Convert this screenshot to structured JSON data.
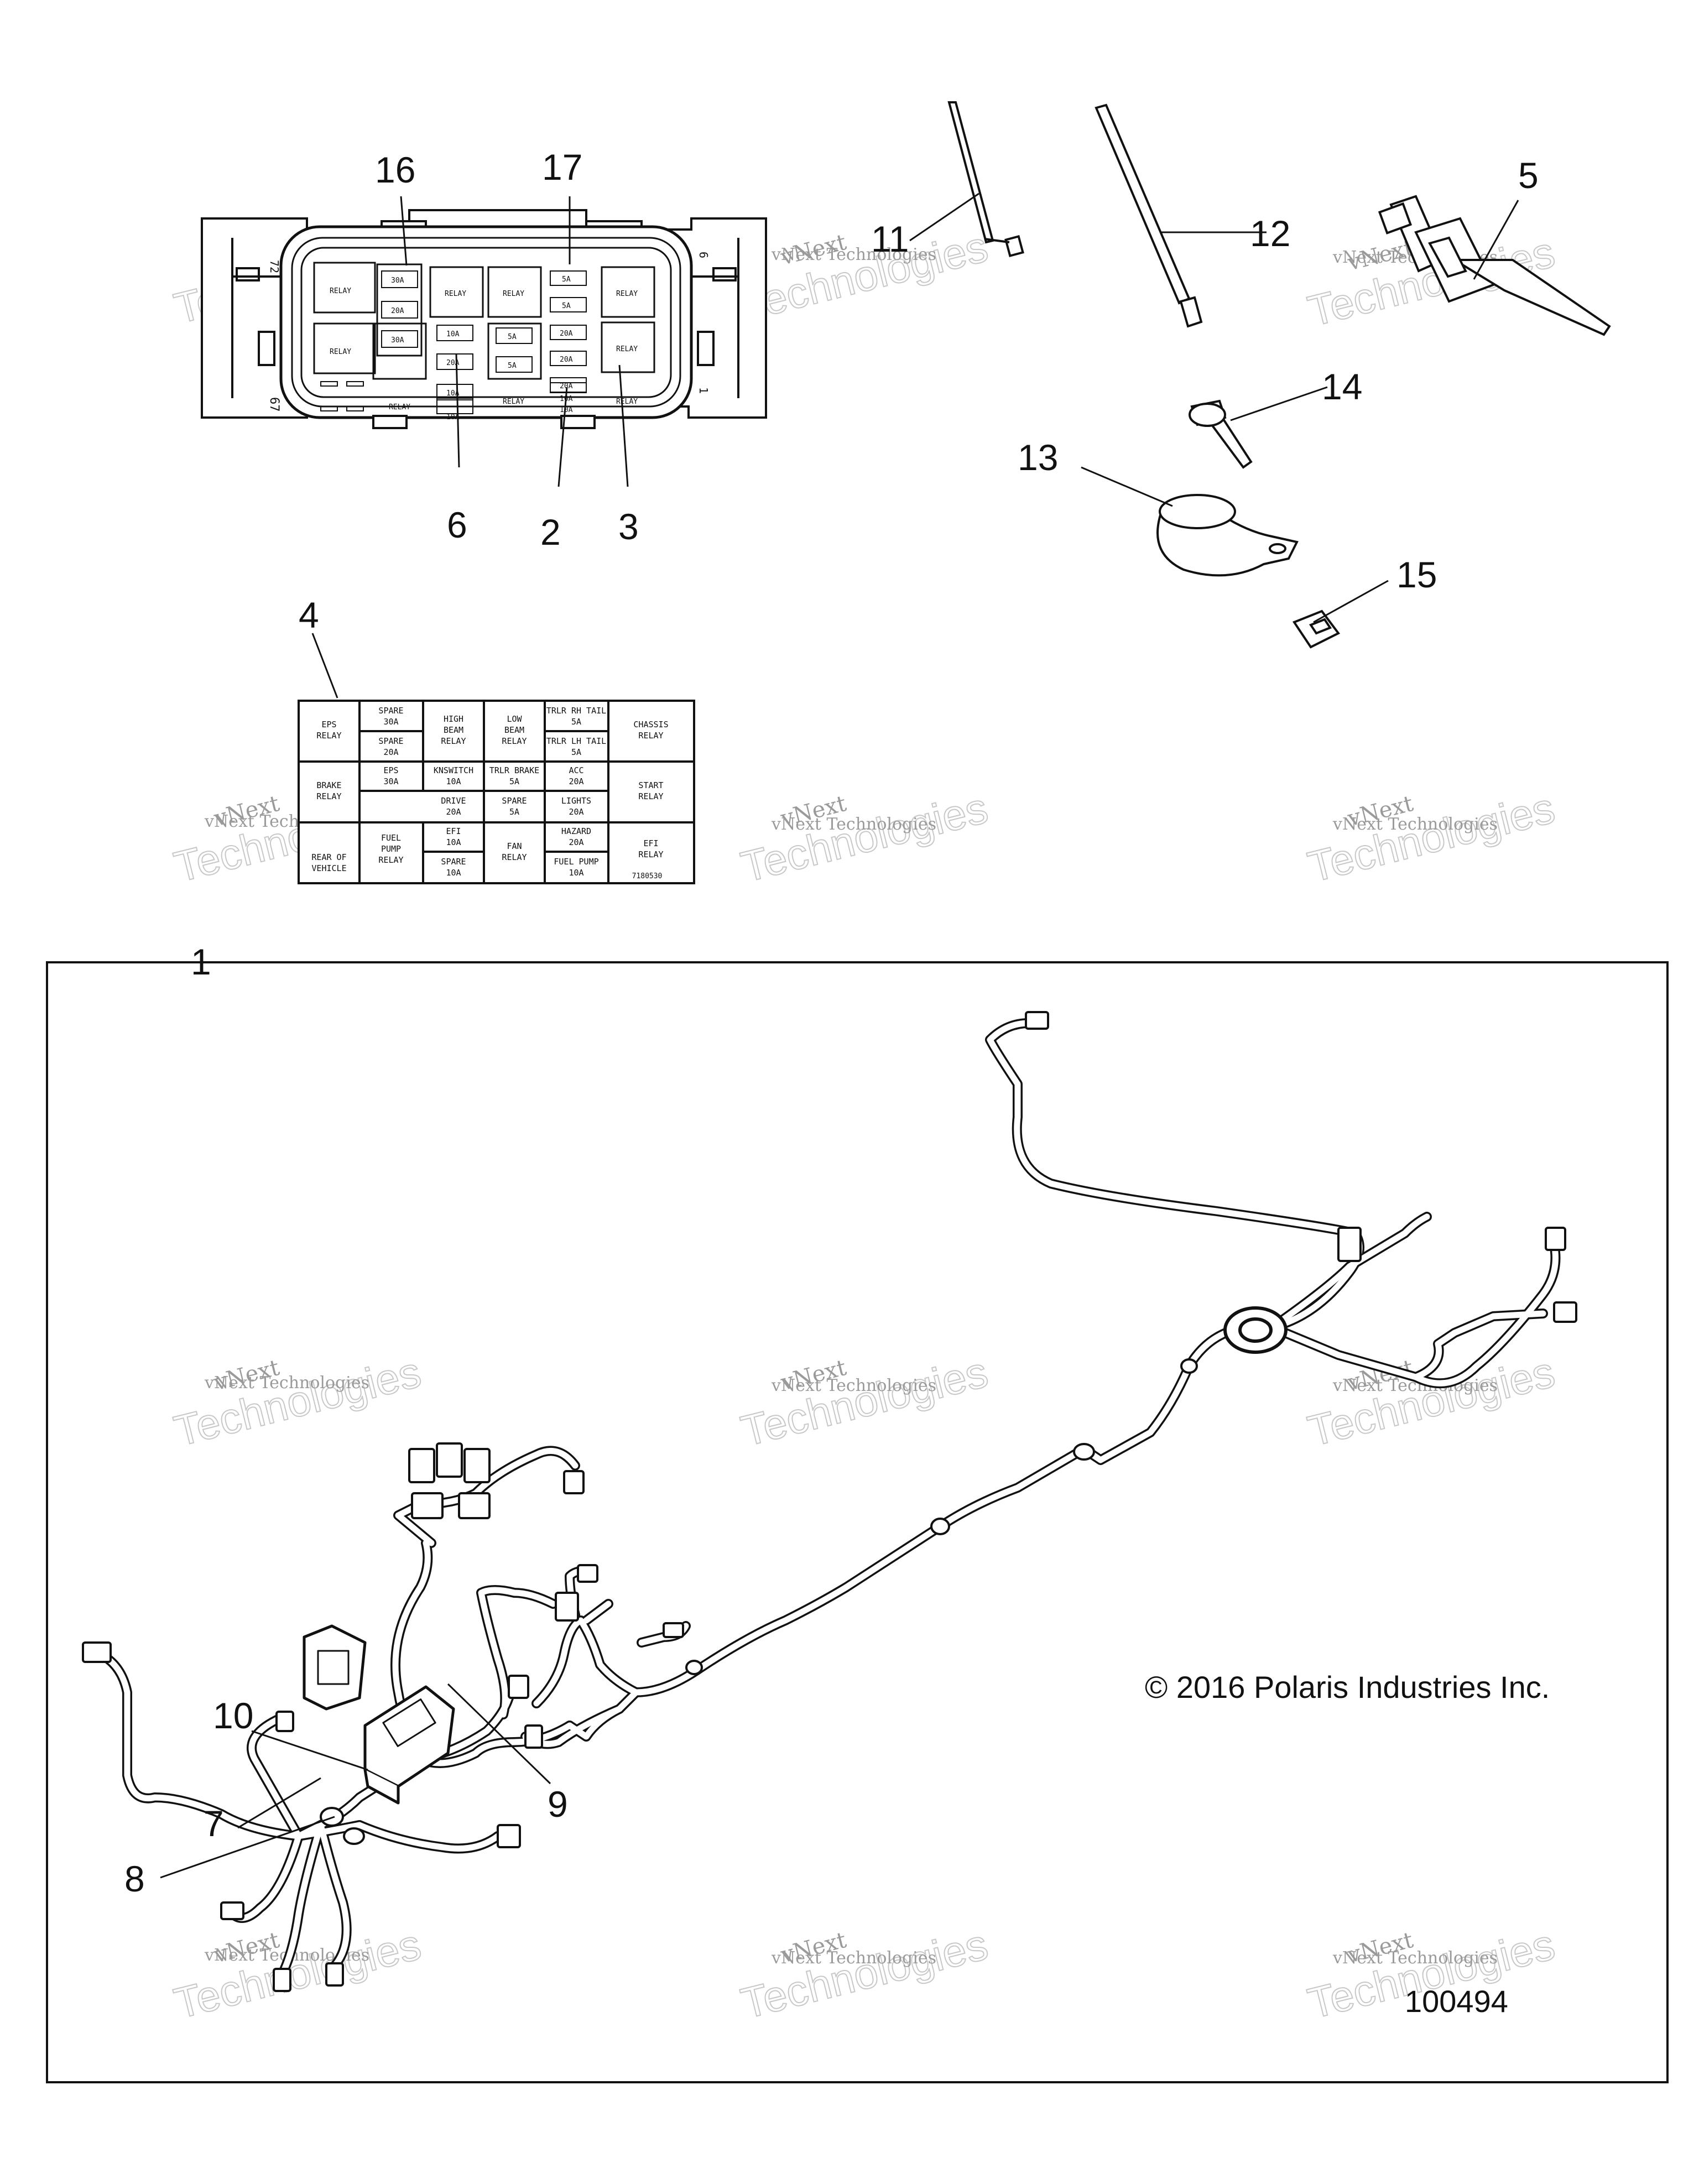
{
  "callouts": {
    "c1": "1",
    "c2": "2",
    "c3": "3",
    "c4": "4",
    "c5": "5",
    "c6": "6",
    "c7": "7",
    "c8": "8",
    "c9": "9",
    "c10": "10",
    "c11": "11",
    "c12": "12",
    "c13": "13",
    "c14": "14",
    "c15": "15",
    "c16": "16",
    "c17": "17"
  },
  "fuse_box": {
    "pin_labels": {
      "p72": "72",
      "p67": "67",
      "p6": "6",
      "p1": "1"
    },
    "fuses_col1": [
      "30A",
      "20A",
      "30A"
    ],
    "fuses_col2": [
      "10A",
      "20A",
      "10A",
      "10A"
    ],
    "fuses_col3": [
      "5A",
      "5A"
    ],
    "fuses_col4": [
      "5A",
      "5A",
      "20A",
      "20A",
      "20A",
      "10A",
      "10A"
    ],
    "relay": "RELAY"
  },
  "fuse_label": {
    "r1": {
      "a": [
        "EPS",
        "RELAY"
      ],
      "b1": [
        "SPARE",
        "30A"
      ],
      "b2": [
        "SPARE",
        "20A"
      ],
      "c": [
        "HIGH",
        "BEAM",
        "RELAY"
      ],
      "d": [
        "LOW",
        "BEAM",
        "RELAY"
      ],
      "e1": [
        "TRLR RH TAIL",
        "5A"
      ],
      "e2": [
        "TRLR LH TAIL",
        "5A"
      ],
      "f": [
        "CHASSIS",
        "RELAY"
      ]
    },
    "r2": {
      "a": [
        "BRAKE",
        "RELAY"
      ],
      "b": [
        "EPS",
        "30A"
      ],
      "c1": [
        "KNSWITCH",
        "10A"
      ],
      "c2": [
        "DRIVE",
        "20A"
      ],
      "d1": [
        "TRLR BRAKE",
        "5A"
      ],
      "d2": [
        "SPARE",
        "5A"
      ],
      "e1": [
        "ACC",
        "20A"
      ],
      "e2": [
        "LIGHTS",
        "20A"
      ],
      "f": [
        "START",
        "RELAY"
      ]
    },
    "r3": {
      "a": [
        "REAR OF",
        "VEHICLE"
      ],
      "b": [
        "FUEL",
        "PUMP",
        "RELAY"
      ],
      "c1": [
        "EFI",
        "10A"
      ],
      "c2": [
        "SPARE",
        "10A"
      ],
      "d": [
        "FAN",
        "RELAY"
      ],
      "e1": [
        "HAZARD",
        "20A"
      ],
      "e2": [
        "FUEL PUMP",
        "10A"
      ],
      "f": [
        "EFI",
        "RELAY"
      ],
      "partno": "7180530"
    }
  },
  "watermark": {
    "line1": "vNext",
    "line2": "vNext Technologies",
    "big": "Technologies"
  },
  "copyright": "© 2016 Polaris Industries Inc.",
  "figure_number": "100494"
}
